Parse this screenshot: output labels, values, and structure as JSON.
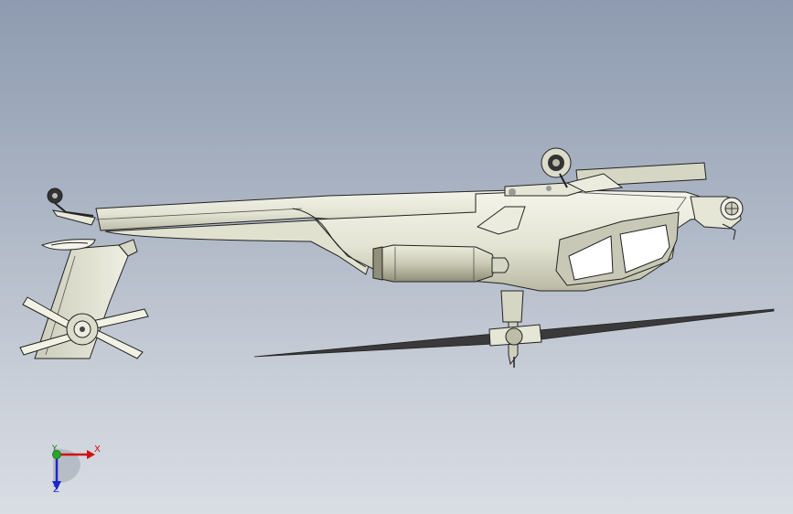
{
  "viewport": {
    "background_top": "#8e9bb0",
    "background_bottom": "#d9dde4"
  },
  "model": {
    "subject": "helicopter-side-view",
    "body_color": "#eaeadc",
    "edge_color": "#222222"
  },
  "triad": {
    "x_label": "X",
    "y_label": "Y",
    "z_label": "Z",
    "x_color": "#d01010",
    "y_color": "#1a7a1a",
    "z_color": "#1a28c8"
  }
}
